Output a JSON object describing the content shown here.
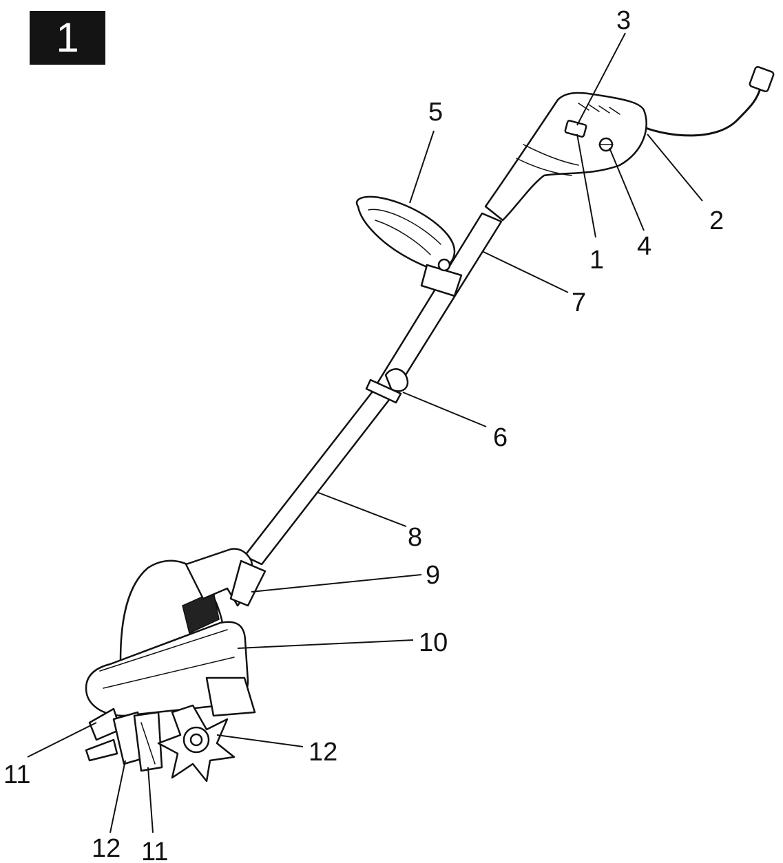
{
  "figure_number": "1",
  "callouts": [
    {
      "label": "1"
    },
    {
      "label": "2"
    },
    {
      "label": "3"
    },
    {
      "label": "4"
    },
    {
      "label": "5"
    },
    {
      "label": "6"
    },
    {
      "label": "7"
    },
    {
      "label": "8"
    },
    {
      "label": "9"
    },
    {
      "label": "10"
    },
    {
      "label": "11"
    },
    {
      "label": "12"
    },
    {
      "label": "12"
    },
    {
      "label": "11"
    }
  ]
}
